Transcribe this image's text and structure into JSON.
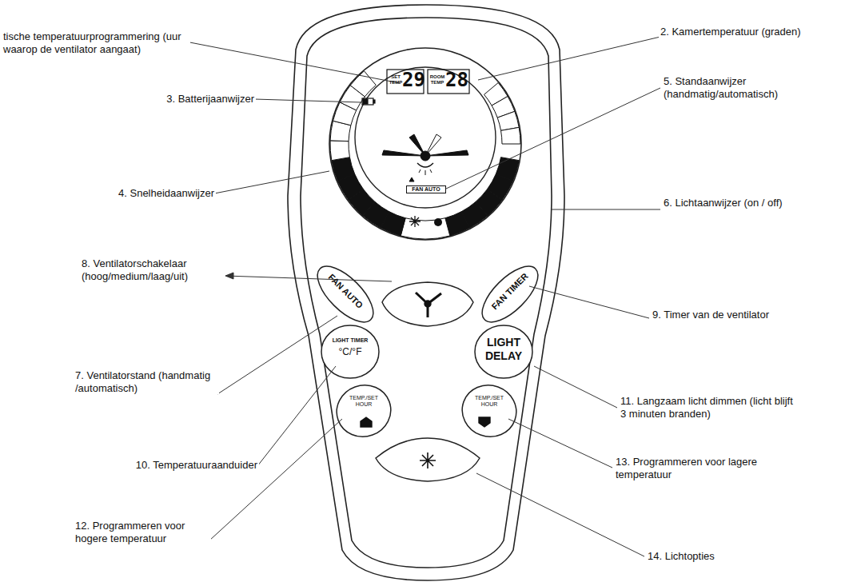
{
  "diagram": {
    "labels": [
      "tische temperatuurprogrammering (uur waarop de ventilator aangaat)",
      "2. Kamertemperatuur (graden)",
      "3. Batterijaanwijzer",
      "4. Snelheidaanwijzer",
      "5. Standaanwijzer (handmatig/automatisch)",
      "6. Lichtaanwijzer (on / off)",
      "8. Ventilatorschakelaar (hoog/medium/laag/uit)",
      "9. Timer van de ventilator",
      "7. Ventilatorstand (handmatig /automatisch)",
      "11. Langzaam licht dimmen (licht blijft 3 minuten branden)",
      "10. Temperatuuraanduider",
      "13. Programmeren voor lagere temperatuur",
      "12. Programmeren voor hogere temperatuur",
      "14. Lichtopties",
      "SET TEMP",
      "29",
      "ROOM TEMP",
      "28",
      "FAN AUTO",
      "FAN AUTO",
      "FAN TIMER",
      "LIGHT TIMER",
      "°C/°F",
      "LIGHT DELAY",
      "TEMP./SET HOUR",
      "TEMP./SET HOUR"
    ]
  }
}
